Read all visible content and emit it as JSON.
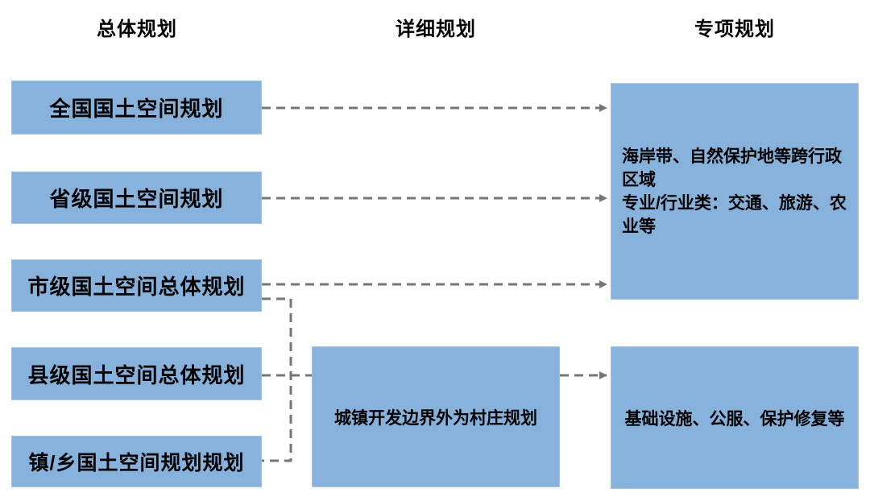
{
  "diagram": {
    "column_headers": [
      {
        "label": "总体规划"
      },
      {
        "label": "详细规划"
      },
      {
        "label": "专项规划"
      }
    ],
    "overall_column": {
      "boxes": [
        {
          "label": "全国国土空间规划"
        },
        {
          "label": "省级国土空间规划"
        },
        {
          "label": "市级国土空间总体规划"
        },
        {
          "label": "县级国土空间总体规划"
        },
        {
          "label": "镇/乡国土空间规划规划"
        }
      ]
    },
    "detail_column": {
      "box": {
        "label": "城镇开发边界外为村庄规划"
      }
    },
    "special_column": {
      "boxes": [
        {
          "line1": "海岸带、自然保护地等跨行政区域",
          "line2": "专业/行业类：交通、旅游、农业等"
        },
        {
          "label": "基础设施、公服、保护修复等"
        }
      ]
    },
    "connections": [
      {
        "from": "全国国土空间规划",
        "to": "海岸带、自然保护地等跨行政区域专项规划",
        "style": "dashed-arrow"
      },
      {
        "from": "省级国土空间规划",
        "to": "海岸带、自然保护地等跨行政区域专项规划",
        "style": "dashed-arrow"
      },
      {
        "from": "市级国土空间总体规划",
        "to": "海岸带、自然保护地等跨行政区域专项规划",
        "style": "dashed-arrow"
      },
      {
        "from": "市级/县级/镇乡规划",
        "to": "汇合竖线",
        "style": "dashed-bracket"
      },
      {
        "from": "县级国土空间总体规划",
        "to": "城镇开发边界外为村庄规划",
        "style": "dashed-line"
      },
      {
        "from": "城镇开发边界外为村庄规划",
        "to": "基础设施、公服、保护修复等",
        "style": "dashed-arrow"
      }
    ],
    "colors": {
      "box_fill": "#87B2DB",
      "box_border": "#A6C3E0",
      "connector": "#767676",
      "text": "#000000",
      "background": "#FFFFFF"
    }
  }
}
